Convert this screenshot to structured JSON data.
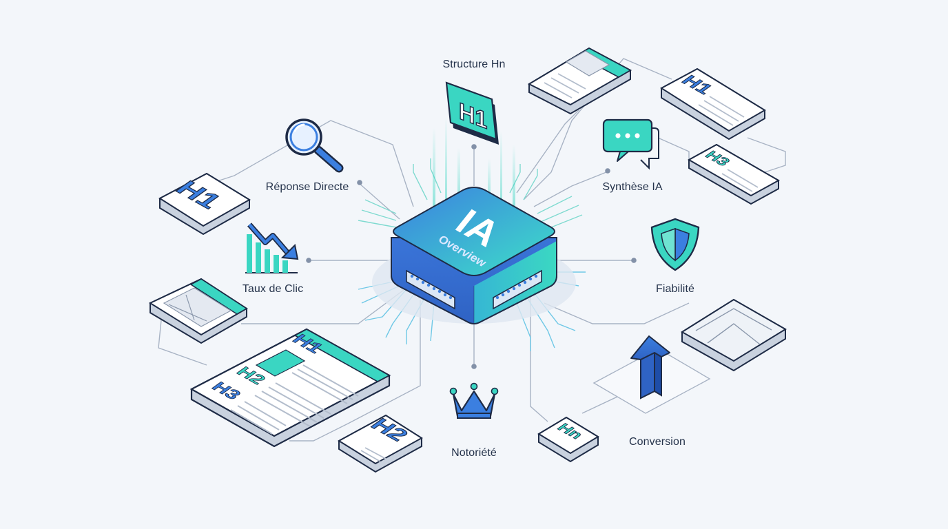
{
  "hub": {
    "title": "IA",
    "subtitle": "Overview"
  },
  "labels": {
    "structure": "Structure Hn",
    "reponse": "Réponse Directe",
    "synthese": "Synthèse IA",
    "taux": "Taux de Clic",
    "fiabilite": "Fiabilité",
    "notoriete": "Notoriété",
    "conversion": "Conversion"
  },
  "tags": {
    "h1": "H1",
    "h2": "H2",
    "h3": "H3",
    "hn": "Hn"
  },
  "colors": {
    "background": "#f3f6fa",
    "outline": "#1e2b46",
    "blue": "#3b7fe0",
    "teal": "#3ad6c2",
    "line": "#a8b3c4"
  }
}
